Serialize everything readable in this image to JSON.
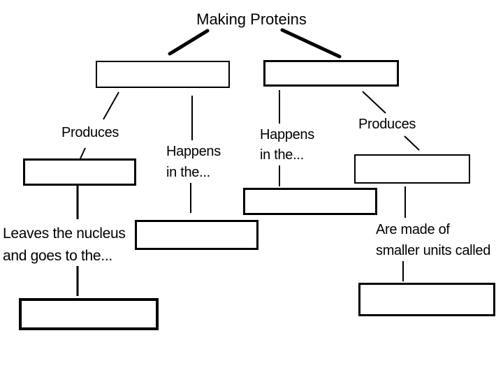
{
  "diagram": {
    "title": "Making Proteins",
    "background_color": "#ffffff",
    "ink_color": "#000000",
    "edge_labels": {
      "left_produces": "Produces",
      "left_happens": "Happens\nin the...",
      "right_happens": "Happens\nin the...",
      "right_produces": "Produces",
      "left_leaves": "Leaves the nucleus\nand goes to the...",
      "right_made_of": "Are made of\nsmaller units called"
    },
    "boxes": [
      {
        "id": "top-left",
        "text": ""
      },
      {
        "id": "top-right",
        "text": ""
      },
      {
        "id": "left-under-produces",
        "text": ""
      },
      {
        "id": "left-under-happens",
        "text": ""
      },
      {
        "id": "center-under-happens",
        "text": ""
      },
      {
        "id": "right-under-produces",
        "text": ""
      },
      {
        "id": "bottom-left",
        "text": ""
      },
      {
        "id": "bottom-right",
        "text": ""
      }
    ]
  }
}
